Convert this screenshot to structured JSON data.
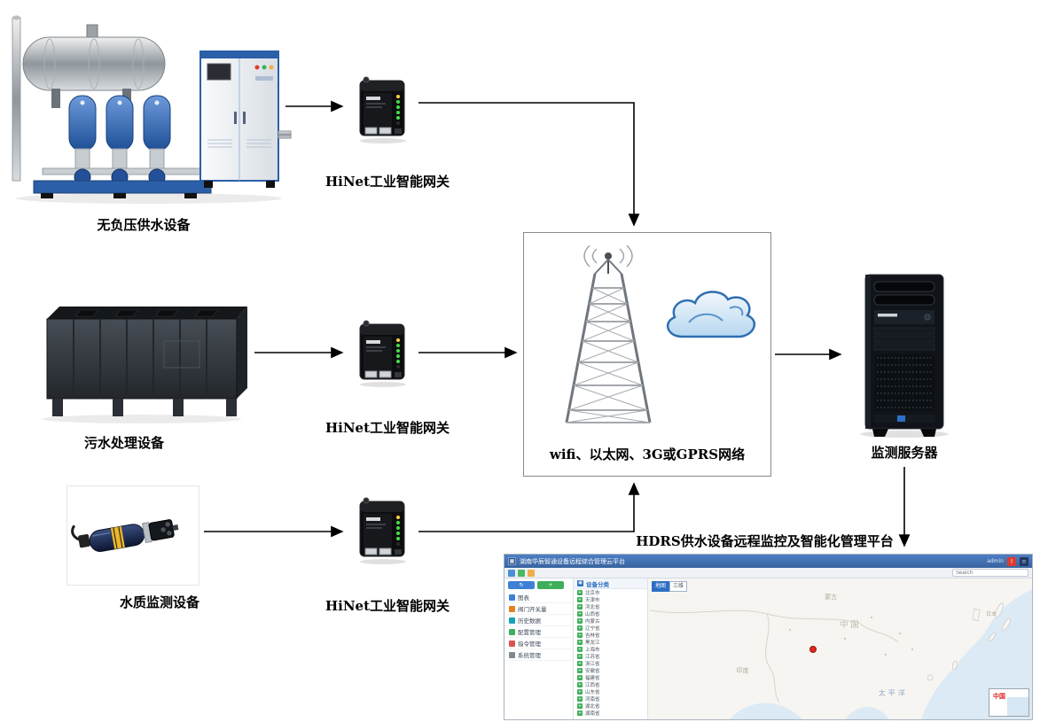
{
  "captions": {
    "device_water": "无负压供水设备",
    "device_sewage": "污水处理设备",
    "device_sensor": "水质监测设备",
    "gateway": "HiNet工业智能网关",
    "network": "wifi、以太网、3G或GPRS网络",
    "server": "监测服务器",
    "platform": "HDRS供水设备远程监控及智能化管理平台"
  },
  "icons": {
    "logo": "▦",
    "alert": "!",
    "nav": "≡",
    "refresh": "↻",
    "add": "+",
    "tree_folder": "▣",
    "tree_node": "+"
  },
  "platform_ui": {
    "header": {
      "title": "湖南华辰智通设备远程综合管理云平台",
      "user": "admin"
    },
    "search_placeholder": "Search",
    "menu_items": [
      "图表",
      "阀门开关量",
      "历史数据",
      "配置管理",
      "指令管理",
      "系统管理"
    ],
    "tree": {
      "title": "设备分类",
      "items": [
        "北京市",
        "天津市",
        "河北省",
        "山西省",
        "内蒙古",
        "辽宁省",
        "吉林省",
        "黑龙江",
        "上海市",
        "江苏省",
        "浙江省",
        "安徽省",
        "福建省",
        "江西省",
        "山东省",
        "河南省",
        "湖北省",
        "湖南省"
      ]
    },
    "map": {
      "controls": {
        "map_btn": "地图",
        "threed_btn": "三维"
      },
      "labels": {
        "mongolia": "蒙古",
        "china": "中国",
        "india": "印度",
        "japan": "日本",
        "pacific": "太平洋"
      },
      "inset_label": "中国"
    }
  },
  "colors": {
    "header_blue": "#3c6cb4",
    "alert_red": "#dd3b2f",
    "marker_red": "#e0281e",
    "gateway_led_green": "#43e04a",
    "cloud_blue": "#2f6fb3"
  }
}
